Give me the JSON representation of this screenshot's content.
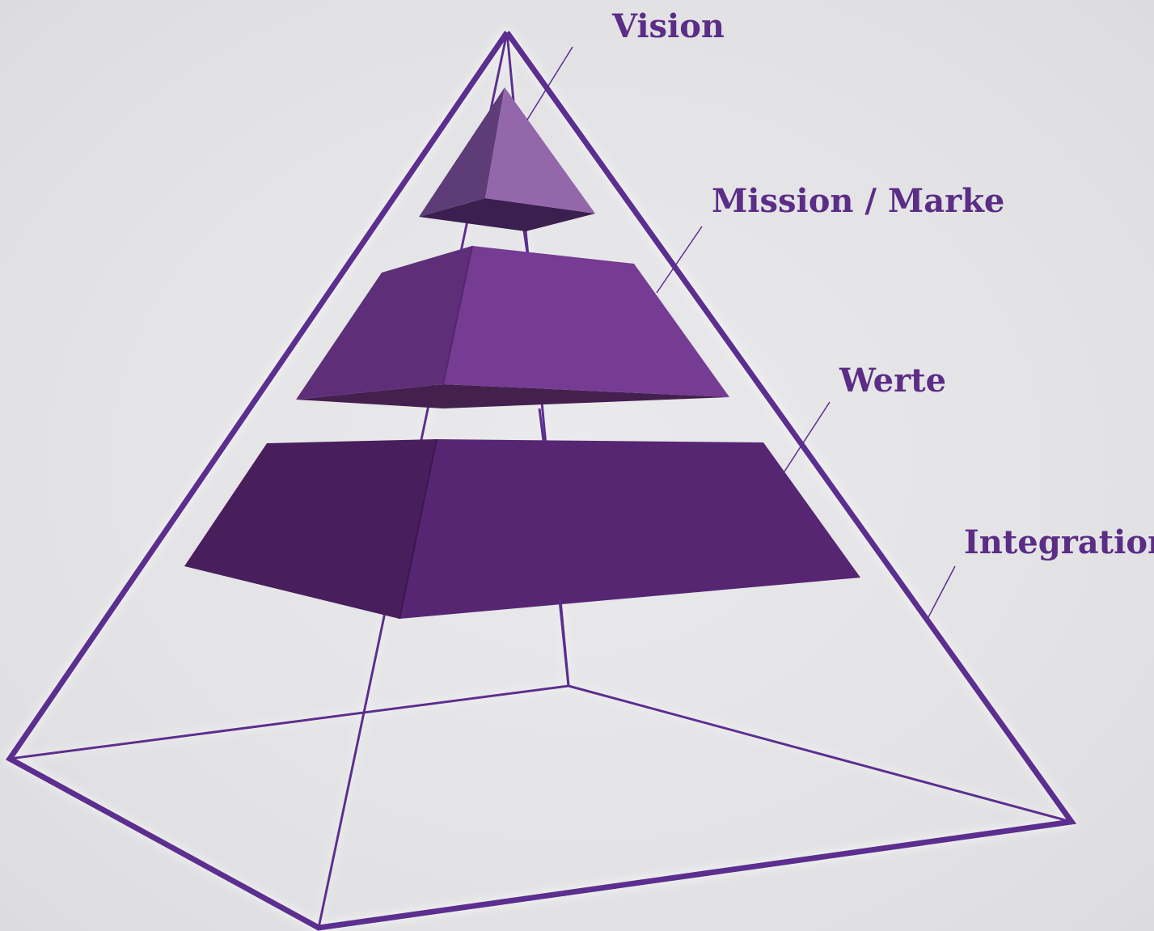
{
  "diagram": {
    "labels": {
      "vision": "Vision",
      "mission": "Mission / Marke",
      "werte": "Werte",
      "integration": "Integration"
    },
    "colors": {
      "label_text": "#5b2d86",
      "outline": "#5b2d8f",
      "vision_front": "#9467aa",
      "vision_side": "#5e3c78",
      "vision_bottom": "#3a1f4f",
      "mission_front": "#763b92",
      "mission_side": "#5e2f78",
      "mission_bottom": "#44204f",
      "werte_front": "#562673",
      "werte_side": "#481e5c",
      "background": "#e4e4e6"
    }
  }
}
